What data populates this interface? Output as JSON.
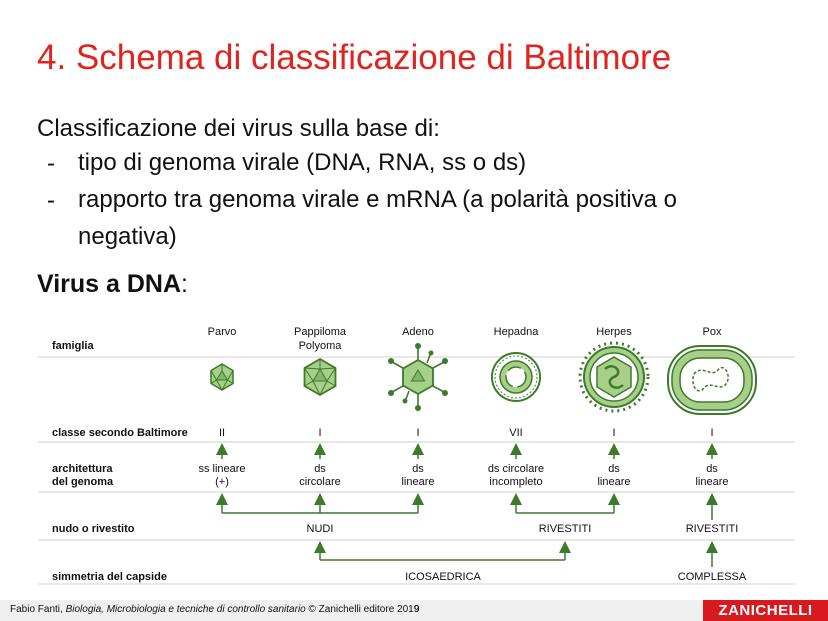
{
  "title": "4. Schema di classificazione di Baltimore",
  "intro": "Classificazione dei virus sulla base di:",
  "bullets": [
    {
      "dash": "-",
      "line1": "tipo di genoma virale (DNA, RNA, ss o ds)",
      "line2": ""
    },
    {
      "dash": "-",
      "line1": "rapporto tra genoma virale e mRNA (a polarità positiva o",
      "line2": "negativa)"
    }
  ],
  "subheading": {
    "bold": "Virus a DNA",
    "rest": ":"
  },
  "diagram": {
    "row_labels": {
      "famiglia": "famiglia",
      "baltimore": "classe secondo Baltimore",
      "arch1": "architettura",
      "arch2": "del genoma",
      "nudo": "nudo o rivestito",
      "simmetria": "simmetria del capside"
    },
    "families": [
      {
        "name1": "Parvo",
        "name2": "",
        "class": "II",
        "arch1": "ss lineare",
        "arch2": "(+)",
        "icon": "small-icosahedron-icon"
      },
      {
        "name1": "Pappiloma",
        "name2": "Polyoma",
        "class": "I",
        "arch1": "ds",
        "arch2": "circolare",
        "icon": "icosahedron-icon"
      },
      {
        "name1": "Adeno",
        "name2": "",
        "class": "I",
        "arch1": "ds",
        "arch2": "lineare",
        "icon": "adenovirus-icon"
      },
      {
        "name1": "Hepadna",
        "name2": "",
        "class": "VII",
        "arch1": "ds circolare",
        "arch2": "incompleto",
        "icon": "hepadnavirus-icon"
      },
      {
        "name1": "Herpes",
        "name2": "",
        "class": "I",
        "arch1": "ds",
        "arch2": "lineare",
        "icon": "herpesvirus-icon"
      },
      {
        "name1": "Pox",
        "name2": "",
        "class": "I",
        "arch1": "ds",
        "arch2": "lineare",
        "icon": "poxvirus-icon"
      }
    ],
    "nudo_labels": {
      "nudi": "NUDI",
      "rivestiti1": "RIVESTITI",
      "rivestiti2": "RIVESTITI"
    },
    "simmetria_labels": {
      "ico": "ICOSAEDRICA",
      "comp": "COMPLESSA"
    },
    "colors": {
      "green": "#3d7a2a",
      "light_green": "#a7cf8a",
      "rule": "#cfcfcf"
    }
  },
  "footer": {
    "author": "Fabio Fanti, ",
    "book": "Biologia, Microbiologia e tecniche di controllo sanitario",
    "publisher": " © Zanichelli editore 2019",
    "page": "9",
    "logo": "ZANICHELLI"
  }
}
